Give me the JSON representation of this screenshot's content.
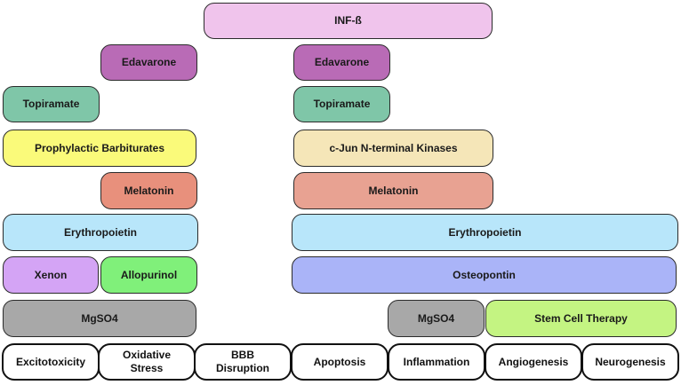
{
  "diagram": {
    "categories": [
      "Excitotoxicity",
      "Oxidative Stress",
      "BBB Disruption",
      "Apoptosis",
      "Inflammation",
      "Angiogenesis",
      "Neurogenesis"
    ],
    "category_lines": [
      [
        "Excitotoxicity"
      ],
      [
        "Oxidative",
        "Stress"
      ],
      [
        "BBB",
        "Disruption"
      ],
      [
        "Apoptosis"
      ],
      [
        "Inflammation"
      ],
      [
        "Angiogenesis"
      ],
      [
        "Neurogenesis"
      ]
    ],
    "treatments": [
      {
        "label": "INF-ß",
        "color": "#f0c4ec",
        "targets": [
          "BBB Disruption",
          "Apoptosis",
          "Inflammation"
        ]
      },
      {
        "label": "Edavarone",
        "color": "#b96bb6",
        "targets": [
          "Oxidative Stress"
        ]
      },
      {
        "label": "Edavarone",
        "color": "#b96bb6",
        "targets": [
          "Apoptosis"
        ]
      },
      {
        "label": "Topiramate",
        "color": "#7fc6a8",
        "targets": [
          "Excitotoxicity"
        ]
      },
      {
        "label": "Topiramate",
        "color": "#7fc6a8",
        "targets": [
          "Apoptosis"
        ]
      },
      {
        "label": "Prophylactic Barbiturates",
        "color": "#fafa7a",
        "targets": [
          "Excitotoxicity",
          "Oxidative Stress"
        ]
      },
      {
        "label": "c-Jun N-terminal Kinases",
        "color": "#f5e6b8",
        "targets": [
          "Apoptosis",
          "Inflammation"
        ]
      },
      {
        "label": "Melatonin",
        "color": "#e8907c",
        "targets": [
          "Oxidative Stress"
        ]
      },
      {
        "label": "Melatonin",
        "color": "#e8a292",
        "targets": [
          "Apoptosis",
          "Inflammation"
        ]
      },
      {
        "label": "Erythropoietin",
        "color": "#b8e6fa",
        "targets": [
          "Excitotoxicity",
          "Oxidative Stress"
        ]
      },
      {
        "label": "Erythropoietin",
        "color": "#b8e6fa",
        "targets": [
          "Apoptosis",
          "Inflammation",
          "Angiogenesis",
          "Neurogenesis"
        ]
      },
      {
        "label": "Xenon",
        "color": "#d4a4f5",
        "targets": [
          "Excitotoxicity"
        ]
      },
      {
        "label": "Allopurinol",
        "color": "#80f07a",
        "targets": [
          "Oxidative Stress"
        ]
      },
      {
        "label": "Osteopontin",
        "color": "#aab4f8",
        "targets": [
          "Apoptosis",
          "Inflammation",
          "Angiogenesis",
          "Neurogenesis"
        ]
      },
      {
        "label": "MgSO4",
        "color": "#a8a8a8",
        "targets": [
          "Excitotoxicity",
          "Oxidative Stress"
        ]
      },
      {
        "label": "MgSO4",
        "color": "#a8a8a8",
        "targets": [
          "Inflammation"
        ]
      },
      {
        "label": "Stem Cell Therapy",
        "color": "#c4f482",
        "targets": [
          "Angiogenesis",
          "Neurogenesis"
        ]
      }
    ]
  }
}
